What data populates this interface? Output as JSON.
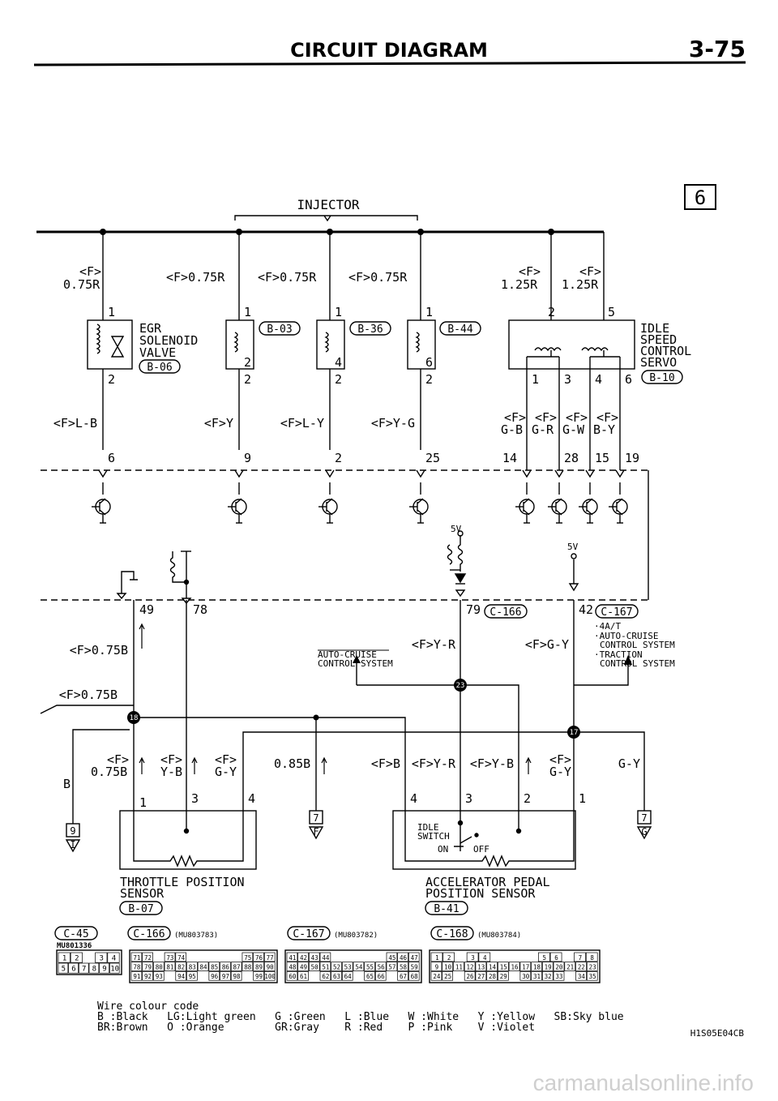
{
  "header": {
    "title": "CIRCUIT DIAGRAM",
    "page_number": "3-75"
  },
  "sheet_tag": "6",
  "injector_label": "INJECTOR",
  "wires_top": [
    {
      "spec": "<F>",
      "size": "0.75R"
    },
    {
      "label": "<F>0.75R"
    },
    {
      "label": "<F>0.75R"
    },
    {
      "label": "<F>0.75R"
    },
    {
      "spec": "<F>",
      "size": "1.25R"
    },
    {
      "spec": "<F>",
      "size": "1.25R"
    }
  ],
  "components": {
    "egr_valve": {
      "label_lines": [
        "EGR",
        "SOLENOID",
        "VALVE"
      ],
      "connector": "B-06",
      "pin_top": "1",
      "pin_bottom": "2"
    },
    "injector_1": {
      "connector": "B-03",
      "pin_top": "1",
      "pin_mid": "2",
      "pin_bottom": "2"
    },
    "injector_2": {
      "connector": "B-36",
      "pin_top": "1",
      "pin_mid": "4",
      "pin_bottom": "2"
    },
    "injector_3": {
      "connector": "B-44",
      "pin_top": "1",
      "pin_mid": "6",
      "pin_bottom": "2"
    },
    "isc_servo": {
      "label_lines": [
        "IDLE",
        "SPEED",
        "CONTROL",
        "SERVO"
      ],
      "connector": "B-10",
      "pins_top": [
        "2",
        "5"
      ],
      "pins_bottom": [
        "1",
        "3",
        "4",
        "6"
      ]
    }
  },
  "wires_mid": [
    {
      "label": "<F>L-B",
      "ecu_pin": "6"
    },
    {
      "label": "<F>Y",
      "ecu_pin": "9"
    },
    {
      "label": "<F>L-Y",
      "ecu_pin": "2"
    },
    {
      "label": "<F>Y-G",
      "ecu_pin": "25"
    }
  ],
  "isc_wires": [
    {
      "spec": "<F>",
      "color": "G-B",
      "ecu_pin": "14"
    },
    {
      "spec": "<F>",
      "color": "G-R",
      "ecu_pin": "28"
    },
    {
      "spec": "<F>",
      "color": "G-W",
      "ecu_pin": "15"
    },
    {
      "spec": "<F>",
      "color": "B-Y",
      "ecu_pin": "19"
    }
  ],
  "ecu_internal": {
    "v1": "5V",
    "v2": "5V"
  },
  "ecu_lower_pins": {
    "p49": "49",
    "p78": "78",
    "p79": "79",
    "c166": "C-166",
    "p42": "42",
    "c167": "C-167"
  },
  "notes_42": [
    "·4A/T",
    "·AUTO-CRUISE",
    "CONTROL SYSTEM",
    "·TRACTION",
    "CONTROL SYSTEM"
  ],
  "auto_cruise_lines": [
    "AUTO-CRUISE",
    "CONTROL SYSTEM"
  ],
  "lower_wires": {
    "f075b_a": "<F>0.75B",
    "f075b_b": "<F>0.75B",
    "fyr": "<F>Y-R",
    "fgy": "<F>G-Y",
    "joint_18": "18",
    "joint_17": "17",
    "joint_23": "23",
    "b": "B",
    "w_075b": [
      "<F>",
      "0.75B"
    ],
    "w_yb": [
      "<F>",
      "Y-B"
    ],
    "w_gy": [
      "<F>",
      "G-Y"
    ],
    "w_085b": "0.85B",
    "w_fb": "<F>B",
    "w_fyr2": "<F>Y-R",
    "w_fyb2": "<F>Y-B",
    "w_fgy2": [
      "<F>",
      "G-Y"
    ],
    "w_gy3": "G-Y"
  },
  "sensor_pins": {
    "tps": [
      "1",
      "3",
      "4"
    ],
    "apps": [
      "4",
      "3",
      "2",
      "1"
    ]
  },
  "ground_refs": [
    {
      "top": "9",
      "bottom": "I"
    },
    {
      "top": "7",
      "bottom": "F"
    },
    {
      "top": "7",
      "bottom": "G"
    }
  ],
  "tps": {
    "label_lines": [
      "THROTTLE POSITION",
      "SENSOR"
    ],
    "connector": "B-07"
  },
  "apps": {
    "label_lines": [
      "ACCELERATOR PEDAL",
      "POSITION SENSOR"
    ],
    "connector": "B-41",
    "switch_lines": [
      "IDLE",
      "SWITCH"
    ],
    "on": "ON",
    "off": "OFF"
  },
  "connector_views": [
    {
      "id": "C-45",
      "part": "MU801336",
      "rows": [
        [
          "1",
          "2",
          "",
          "3",
          "4"
        ],
        [
          "5",
          "6",
          "7",
          "8",
          "9",
          "10"
        ]
      ]
    },
    {
      "id": "C-166",
      "part": "(MU803783)",
      "rows": [
        [
          "71",
          "72",
          "",
          "73",
          "74",
          "",
          "",
          "",
          "",
          "",
          "75",
          "76",
          "77"
        ],
        [
          "78",
          "79",
          "80",
          "81",
          "82",
          "83",
          "84",
          "85",
          "86",
          "87",
          "88",
          "89",
          "90"
        ],
        [
          "91",
          "92",
          "93",
          "",
          "94",
          "95",
          "",
          "96",
          "97",
          "98",
          "",
          "99",
          "100"
        ]
      ]
    },
    {
      "id": "C-167",
      "part": "(MU803782)",
      "rows": [
        [
          "41",
          "42",
          "43",
          "44",
          "",
          "",
          "",
          "",
          "",
          "45",
          "46",
          "47"
        ],
        [
          "48",
          "49",
          "50",
          "51",
          "52",
          "53",
          "54",
          "55",
          "56",
          "57",
          "58",
          "59"
        ],
        [
          "60",
          "61",
          "",
          "62",
          "63",
          "64",
          "",
          "65",
          "66",
          "",
          "67",
          "68"
        ]
      ]
    },
    {
      "id": "C-168",
      "part": "(MU803784)",
      "rows": [
        [
          "1",
          "2",
          "",
          "3",
          "4",
          "",
          "",
          "",
          "",
          "5",
          "6",
          "",
          "7",
          "8"
        ],
        [
          "9",
          "10",
          "11",
          "12",
          "13",
          "14",
          "15",
          "16",
          "17",
          "18",
          "19",
          "20",
          "21",
          "22",
          "23"
        ],
        [
          "24",
          "25",
          "",
          "26",
          "27",
          "28",
          "29",
          "",
          "30",
          "31",
          "32",
          "33",
          "",
          "34",
          "35"
        ]
      ]
    }
  ],
  "color_code": {
    "title": "Wire colour code",
    "line1": "B :Black   LG:Light green   G :Green   L :Blue   W :White   Y :Yellow   SB:Sky blue",
    "line2": "BR:Brown   O :Orange        GR:Gray    R :Red    P :Pink    V :Violet"
  },
  "doc_code": "H1S05E04CB",
  "watermark": "carmanualsonline.info"
}
